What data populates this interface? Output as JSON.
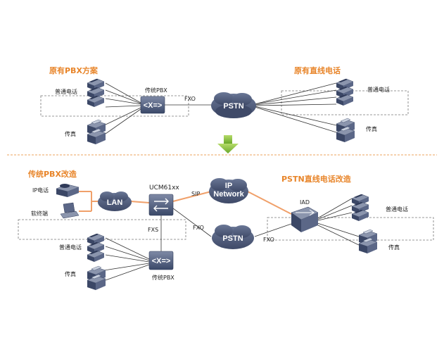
{
  "top": {
    "legacy_title": "原有PBX方案",
    "direct_title": "原有直线电话",
    "phone_label_left": "普通电话",
    "pbx_label": "传统PBX",
    "fax_label_left": "传真",
    "fxo_label": "FXO",
    "pstn_label": "PSTN",
    "phone_label_right": "普通电话",
    "fax_label_right": "传真"
  },
  "bottom": {
    "legacy_title": "传统PBX改造",
    "direct_title": "PSTN直线电话改造",
    "ip_phone_label": "IP电话",
    "softphone_label": "软终端",
    "lan_label": "LAN",
    "ucm_label": "UCM61xx",
    "sip_label": "SIP",
    "ip_network_line1": "IP",
    "ip_network_line2": "Network",
    "fxo_label_a": "FXO",
    "fxs_label": "FXS",
    "pstn_label": "PSTN",
    "fxo_label_b": "FXO",
    "iad_label": "IAD",
    "phone_label_left": "普通电话",
    "pbx_label": "传统PBX",
    "fax_label_left": "传真",
    "phone_label_right": "普通电话",
    "fax_label_right": "传真"
  },
  "colors": {
    "accent": "#e8852a",
    "device": "#4a5a7a",
    "cloud": "#4f5c7c",
    "arrow": "#8ec63f",
    "separator": "#e8852a"
  }
}
